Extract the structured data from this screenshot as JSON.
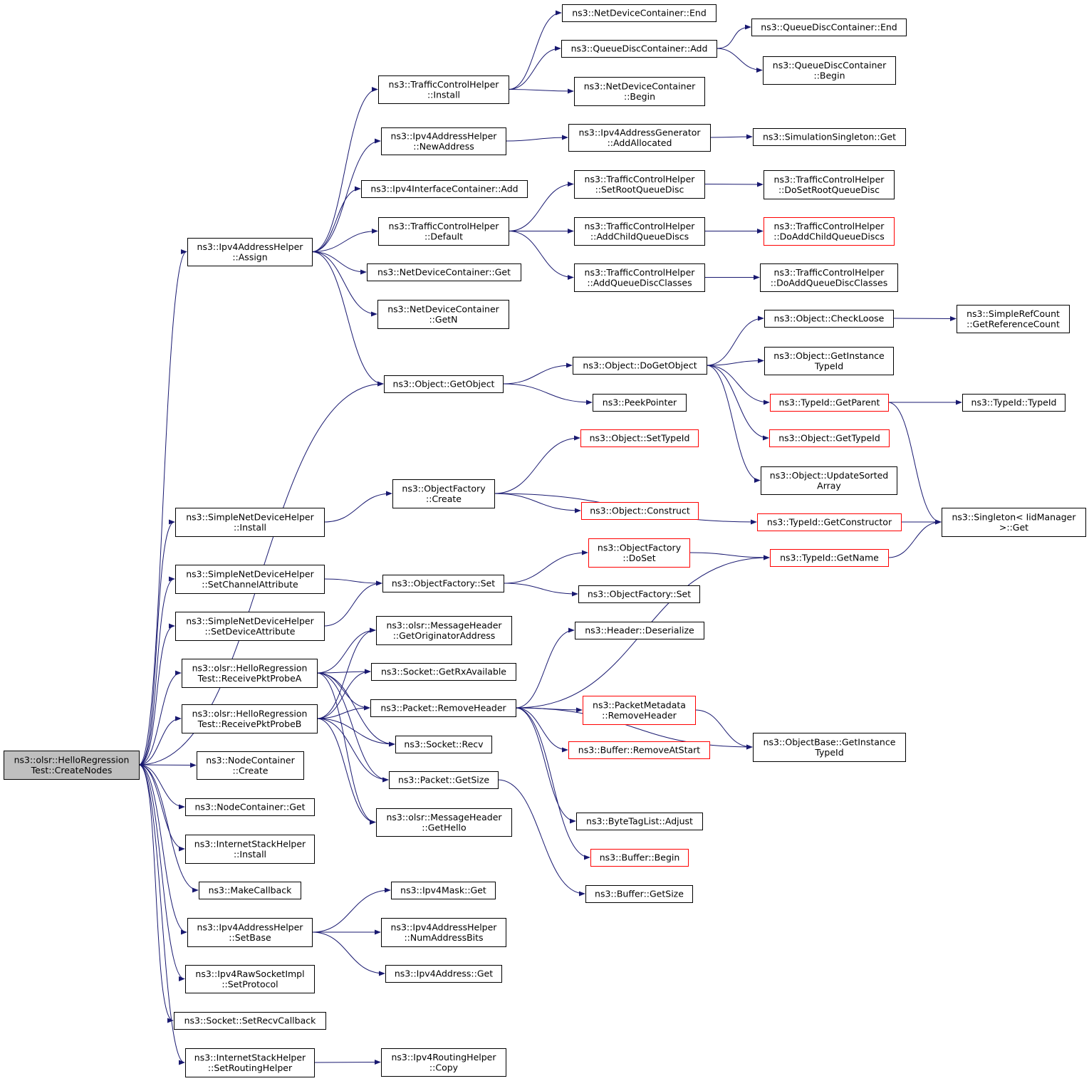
{
  "graph": {
    "root": "n_create_nodes",
    "colors": {
      "edge": "#191970",
      "node_border": "#000000",
      "truncated_border": "#ff0000",
      "root_fill": "#bfbfbf",
      "background": "#ffffff"
    },
    "nodes": {
      "n_ndc_end": {
        "lines": [
          "ns3::NetDeviceContainer::End"
        ]
      },
      "n_qdc_add": {
        "lines": [
          "ns3::QueueDiscContainer::Add"
        ]
      },
      "n_qdc_end": {
        "lines": [
          "ns3::QueueDiscContainer::End"
        ]
      },
      "n_qdc_begin": {
        "lines": [
          "ns3::QueueDiscContainer",
          "::Begin"
        ]
      },
      "n_tch_install": {
        "lines": [
          "ns3::TrafficControlHelper",
          "::Install"
        ]
      },
      "n_ndc_begin": {
        "lines": [
          "ns3::NetDeviceContainer",
          "::Begin"
        ]
      },
      "n_ipv4ah_newaddress": {
        "lines": [
          "ns3::Ipv4AddressHelper",
          "::NewAddress"
        ]
      },
      "n_ipv4ag_addallocated": {
        "lines": [
          "ns3::Ipv4AddressGenerator",
          "::AddAllocated"
        ]
      },
      "n_simsingleton_get": {
        "lines": [
          "ns3::SimulationSingleton::Get"
        ]
      },
      "n_ipv4ic_add": {
        "lines": [
          "ns3::Ipv4InterfaceContainer::Add"
        ]
      },
      "n_tch_setrootqd": {
        "lines": [
          "ns3::TrafficControlHelper",
          "::SetRootQueueDisc"
        ]
      },
      "n_tch_dosetrootqd": {
        "lines": [
          "ns3::TrafficControlHelper",
          "::DoSetRootQueueDisc"
        ]
      },
      "n_tch_default": {
        "lines": [
          "ns3::TrafficControlHelper",
          "::Default"
        ]
      },
      "n_tch_addchildqds": {
        "lines": [
          "ns3::TrafficControlHelper",
          "::AddChildQueueDiscs"
        ]
      },
      "n_tch_doaddchildqds": {
        "lines": [
          "ns3::TrafficControlHelper",
          "::DoAddChildQueueDiscs"
        ],
        "truncated": true
      },
      "n_ipv4ah_assign": {
        "lines": [
          "ns3::Ipv4AddressHelper",
          "::Assign"
        ]
      },
      "n_ndc_get": {
        "lines": [
          "ns3::NetDeviceContainer::Get"
        ]
      },
      "n_tch_addqdclasses": {
        "lines": [
          "ns3::TrafficControlHelper",
          "::AddQueueDiscClasses"
        ]
      },
      "n_tch_doaddqdclasses": {
        "lines": [
          "ns3::TrafficControlHelper",
          "::DoAddQueueDiscClasses"
        ]
      },
      "n_ndc_getn": {
        "lines": [
          "ns3::NetDeviceContainer",
          "::GetN"
        ]
      },
      "n_obj_checkloose": {
        "lines": [
          "ns3::Object::CheckLoose"
        ]
      },
      "n_simplerefcount_getrefcount": {
        "lines": [
          "ns3::SimpleRefCount",
          "::GetReferenceCount"
        ]
      },
      "n_obj_getinstancetypeid": {
        "lines": [
          "ns3::Object::GetInstance",
          "TypeId"
        ]
      },
      "n_obj_dogetobject": {
        "lines": [
          "ns3::Object::DoGetObject"
        ]
      },
      "n_obj_getobject": {
        "lines": [
          "ns3::Object::GetObject"
        ]
      },
      "n_typeid_getparent": {
        "lines": [
          "ns3::TypeId::GetParent"
        ],
        "truncated": true
      },
      "n_typeid_typeid": {
        "lines": [
          "ns3::TypeId::TypeId"
        ]
      },
      "n_peekpointer": {
        "lines": [
          "ns3::PeekPointer"
        ]
      },
      "n_obj_gettypeid": {
        "lines": [
          "ns3::Object::GetTypeId"
        ],
        "truncated": true
      },
      "n_obj_settypeid": {
        "lines": [
          "ns3::Object::SetTypeId"
        ],
        "truncated": true
      },
      "n_obj_updatesortedarray": {
        "lines": [
          "ns3::Object::UpdateSorted",
          "Array"
        ]
      },
      "n_of_create": {
        "lines": [
          "ns3::ObjectFactory",
          "::Create"
        ]
      },
      "n_sndh_install": {
        "lines": [
          "ns3::SimpleNetDeviceHelper",
          "::Install"
        ]
      },
      "n_obj_construct": {
        "lines": [
          "ns3::Object::Construct"
        ],
        "truncated": true
      },
      "n_typeid_getconstructor": {
        "lines": [
          "ns3::TypeId::GetConstructor"
        ],
        "truncated": true
      },
      "n_singleton_get": {
        "lines": [
          "ns3::Singleton< IidManager",
          ">::Get"
        ]
      },
      "n_of_doset": {
        "lines": [
          "ns3::ObjectFactory",
          "::DoSet"
        ],
        "truncated": true
      },
      "n_typeid_getname": {
        "lines": [
          "ns3::TypeId::GetName"
        ],
        "truncated": true
      },
      "n_sndh_setchannelattr": {
        "lines": [
          "ns3::SimpleNetDeviceHelper",
          "::SetChannelAttribute"
        ]
      },
      "n_of_set_a": {
        "lines": [
          "ns3::ObjectFactory::Set"
        ]
      },
      "n_of_set_b": {
        "lines": [
          "ns3::ObjectFactory::Set"
        ]
      },
      "n_sndh_setdeviceattr": {
        "lines": [
          "ns3::SimpleNetDeviceHelper",
          "::SetDeviceAttribute"
        ]
      },
      "n_olsr_mh_getoriginator": {
        "lines": [
          "ns3::olsr::MessageHeader",
          "::GetOriginatorAddress"
        ]
      },
      "n_header_deserialize": {
        "lines": [
          "ns3::Header::Deserialize"
        ]
      },
      "n_hrt_receiveprobea": {
        "lines": [
          "ns3::olsr::HelloRegression",
          "Test::ReceivePktProbeA"
        ]
      },
      "n_socket_getrxavailable": {
        "lines": [
          "ns3::Socket::GetRxAvailable"
        ]
      },
      "n_packetmetadata_removeheader": {
        "lines": [
          "ns3::PacketMetadata",
          "::RemoveHeader"
        ],
        "truncated": true
      },
      "n_hrt_receiveprobeb": {
        "lines": [
          "ns3::olsr::HelloRegression",
          "Test::ReceivePktProbeB"
        ]
      },
      "n_packet_removeheader": {
        "lines": [
          "ns3::Packet::RemoveHeader"
        ]
      },
      "n_objbase_getinstancetypeid": {
        "lines": [
          "ns3::ObjectBase::GetInstance",
          "TypeId"
        ]
      },
      "n_socket_recv": {
        "lines": [
          "ns3::Socket::Recv"
        ]
      },
      "n_buffer_removeatstart": {
        "lines": [
          "ns3::Buffer::RemoveAtStart"
        ],
        "truncated": true
      },
      "n_create_nodes": {
        "lines": [
          "ns3::olsr::HelloRegression",
          "Test::CreateNodes"
        ],
        "root": true
      },
      "n_nc_create": {
        "lines": [
          "ns3::NodeContainer",
          "::Create"
        ]
      },
      "n_packet_getsize": {
        "lines": [
          "ns3::Packet::GetSize"
        ]
      },
      "n_nc_get": {
        "lines": [
          "ns3::NodeContainer::Get"
        ]
      },
      "n_olsr_mh_gethello": {
        "lines": [
          "ns3::olsr::MessageHeader",
          "::GetHello"
        ]
      },
      "n_bytetaglist_adjust": {
        "lines": [
          "ns3::ByteTagList::Adjust"
        ]
      },
      "n_ish_install": {
        "lines": [
          "ns3::InternetStackHelper",
          "::Install"
        ]
      },
      "n_buffer_begin": {
        "lines": [
          "ns3::Buffer::Begin"
        ],
        "truncated": true
      },
      "n_makecallback": {
        "lines": [
          "ns3::MakeCallback"
        ]
      },
      "n_ipv4mask_get": {
        "lines": [
          "ns3::Ipv4Mask::Get"
        ]
      },
      "n_buffer_getsize": {
        "lines": [
          "ns3::Buffer::GetSize"
        ]
      },
      "n_ipv4ah_setbase": {
        "lines": [
          "ns3::Ipv4AddressHelper",
          "::SetBase"
        ]
      },
      "n_ipv4ah_numaddressbits": {
        "lines": [
          "ns3::Ipv4AddressHelper",
          "::NumAddressBits"
        ]
      },
      "n_ipv4rawsocket_setprotocol": {
        "lines": [
          "ns3::Ipv4RawSocketImpl",
          "::SetProtocol"
        ]
      },
      "n_ipv4address_get": {
        "lines": [
          "ns3::Ipv4Address::Get"
        ]
      },
      "n_socket_setrecvcallback": {
        "lines": [
          "ns3::Socket::SetRecvCallback"
        ]
      },
      "n_ish_setroutinghelper": {
        "lines": [
          "ns3::InternetStackHelper",
          "::SetRoutingHelper"
        ]
      },
      "n_ipv4rh_copy": {
        "lines": [
          "ns3::Ipv4RoutingHelper",
          "::Copy"
        ]
      }
    },
    "edges": [
      [
        "n_create_nodes",
        "n_ipv4ah_assign"
      ],
      [
        "n_create_nodes",
        "n_obj_getobject"
      ],
      [
        "n_create_nodes",
        "n_sndh_install"
      ],
      [
        "n_create_nodes",
        "n_sndh_setchannelattr"
      ],
      [
        "n_create_nodes",
        "n_sndh_setdeviceattr"
      ],
      [
        "n_create_nodes",
        "n_hrt_receiveprobea"
      ],
      [
        "n_create_nodes",
        "n_hrt_receiveprobeb"
      ],
      [
        "n_create_nodes",
        "n_nc_create"
      ],
      [
        "n_create_nodes",
        "n_nc_get"
      ],
      [
        "n_create_nodes",
        "n_ish_install"
      ],
      [
        "n_create_nodes",
        "n_makecallback"
      ],
      [
        "n_create_nodes",
        "n_ipv4ah_setbase"
      ],
      [
        "n_create_nodes",
        "n_ipv4rawsocket_setprotocol"
      ],
      [
        "n_create_nodes",
        "n_socket_setrecvcallback"
      ],
      [
        "n_create_nodes",
        "n_ish_setroutinghelper"
      ],
      [
        "n_ipv4ah_assign",
        "n_tch_install"
      ],
      [
        "n_ipv4ah_assign",
        "n_ipv4ah_newaddress"
      ],
      [
        "n_ipv4ah_assign",
        "n_ipv4ic_add"
      ],
      [
        "n_ipv4ah_assign",
        "n_tch_default"
      ],
      [
        "n_ipv4ah_assign",
        "n_ndc_get"
      ],
      [
        "n_ipv4ah_assign",
        "n_ndc_getn"
      ],
      [
        "n_ipv4ah_assign",
        "n_obj_getobject"
      ],
      [
        "n_tch_install",
        "n_ndc_end"
      ],
      [
        "n_tch_install",
        "n_qdc_add"
      ],
      [
        "n_tch_install",
        "n_ndc_begin"
      ],
      [
        "n_qdc_add",
        "n_qdc_end"
      ],
      [
        "n_qdc_add",
        "n_qdc_begin"
      ],
      [
        "n_ipv4ah_newaddress",
        "n_ipv4ag_addallocated"
      ],
      [
        "n_ipv4ag_addallocated",
        "n_simsingleton_get"
      ],
      [
        "n_tch_default",
        "n_tch_setrootqd"
      ],
      [
        "n_tch_default",
        "n_tch_addchildqds"
      ],
      [
        "n_tch_default",
        "n_tch_addqdclasses"
      ],
      [
        "n_tch_setrootqd",
        "n_tch_dosetrootqd"
      ],
      [
        "n_tch_addchildqds",
        "n_tch_doaddchildqds"
      ],
      [
        "n_tch_addqdclasses",
        "n_tch_doaddqdclasses"
      ],
      [
        "n_obj_getobject",
        "n_obj_dogetobject"
      ],
      [
        "n_obj_getobject",
        "n_peekpointer"
      ],
      [
        "n_obj_dogetobject",
        "n_obj_checkloose"
      ],
      [
        "n_obj_dogetobject",
        "n_obj_getinstancetypeid"
      ],
      [
        "n_obj_dogetobject",
        "n_typeid_getparent"
      ],
      [
        "n_obj_dogetobject",
        "n_obj_gettypeid"
      ],
      [
        "n_obj_dogetobject",
        "n_obj_updatesortedarray"
      ],
      [
        "n_obj_checkloose",
        "n_simplerefcount_getrefcount"
      ],
      [
        "n_typeid_getparent",
        "n_typeid_typeid"
      ],
      [
        "n_typeid_getparent",
        "n_singleton_get"
      ],
      [
        "n_sndh_install",
        "n_of_create"
      ],
      [
        "n_of_create",
        "n_obj_settypeid"
      ],
      [
        "n_of_create",
        "n_typeid_getconstructor"
      ],
      [
        "n_of_create",
        "n_obj_construct"
      ],
      [
        "n_typeid_getconstructor",
        "n_singleton_get"
      ],
      [
        "n_sndh_setchannelattr",
        "n_of_set_a"
      ],
      [
        "n_sndh_setdeviceattr",
        "n_of_set_a"
      ],
      [
        "n_of_set_a",
        "n_of_doset"
      ],
      [
        "n_of_set_a",
        "n_of_set_b"
      ],
      [
        "n_of_doset",
        "n_typeid_getname"
      ],
      [
        "n_typeid_getname",
        "n_singleton_get"
      ],
      [
        "n_hrt_receiveprobea",
        "n_olsr_mh_getoriginator"
      ],
      [
        "n_hrt_receiveprobea",
        "n_socket_getrxavailable"
      ],
      [
        "n_hrt_receiveprobea",
        "n_packet_removeheader"
      ],
      [
        "n_hrt_receiveprobea",
        "n_socket_recv"
      ],
      [
        "n_hrt_receiveprobea",
        "n_packet_getsize"
      ],
      [
        "n_hrt_receiveprobea",
        "n_olsr_mh_gethello"
      ],
      [
        "n_hrt_receiveprobeb",
        "n_olsr_mh_getoriginator"
      ],
      [
        "n_hrt_receiveprobeb",
        "n_socket_getrxavailable"
      ],
      [
        "n_hrt_receiveprobeb",
        "n_packet_removeheader"
      ],
      [
        "n_hrt_receiveprobeb",
        "n_socket_recv"
      ],
      [
        "n_hrt_receiveprobeb",
        "n_packet_getsize"
      ],
      [
        "n_hrt_receiveprobeb",
        "n_olsr_mh_gethello"
      ],
      [
        "n_packet_removeheader",
        "n_header_deserialize"
      ],
      [
        "n_packet_removeheader",
        "n_typeid_getname"
      ],
      [
        "n_packet_removeheader",
        "n_packetmetadata_removeheader"
      ],
      [
        "n_packet_removeheader",
        "n_buffer_removeatstart"
      ],
      [
        "n_packet_removeheader",
        "n_objbase_getinstancetypeid"
      ],
      [
        "n_packet_removeheader",
        "n_bytetaglist_adjust"
      ],
      [
        "n_packet_removeheader",
        "n_buffer_begin"
      ],
      [
        "n_packetmetadata_removeheader",
        "n_objbase_getinstancetypeid"
      ],
      [
        "n_packet_getsize",
        "n_buffer_getsize"
      ],
      [
        "n_ipv4ah_setbase",
        "n_ipv4mask_get"
      ],
      [
        "n_ipv4ah_setbase",
        "n_ipv4ah_numaddressbits"
      ],
      [
        "n_ipv4ah_setbase",
        "n_ipv4address_get"
      ],
      [
        "n_ish_setroutinghelper",
        "n_ipv4rh_copy"
      ]
    ]
  }
}
